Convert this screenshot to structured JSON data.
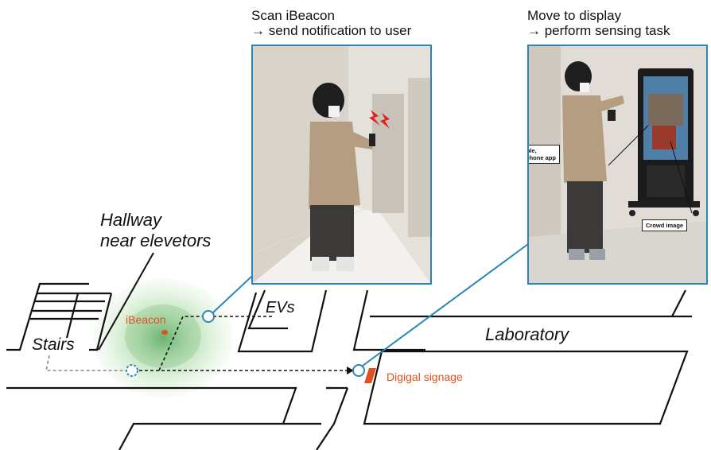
{
  "captions": {
    "left_line1": "Scan iBeacon",
    "left_line2": "→ send notification to user",
    "right_line1": "Move to display",
    "right_line2": "→ perform sensing task"
  },
  "floorplan": {
    "hallway_line1": "Hallway",
    "hallway_line2": "near elevetors",
    "ibeacon": "iBeacon",
    "stairs": "Stairs",
    "evs": "EVs",
    "laboratory": "Laboratory",
    "signage": "Digigal signage"
  },
  "photo_right": {
    "count_note_line1": "Count number of people,",
    "count_note_line2": "and answer on smartphone app",
    "crowd_note": "Crowd image"
  },
  "colors": {
    "accent": "#e0501c",
    "connector": "#2a86b8",
    "beacon_zone": "#7cc47a"
  }
}
